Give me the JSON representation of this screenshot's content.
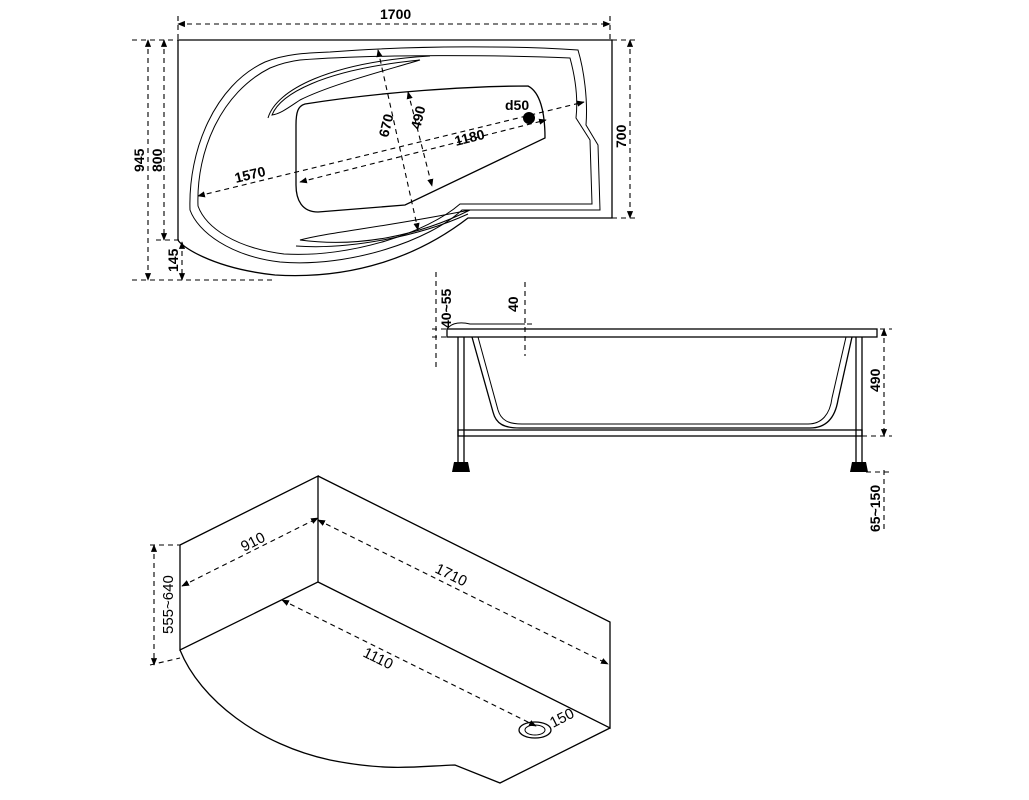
{
  "top_view": {
    "length": "1700",
    "width_total": "945",
    "width_body": "800",
    "offset": "145",
    "right_width": "700",
    "diagonal": "1570",
    "inner_depth": "670",
    "inner_width": "490",
    "inner_length": "1180",
    "drain": "d50"
  },
  "side_view": {
    "rim": "40~55",
    "lip": "40",
    "depth": "490",
    "legs": "65~150"
  },
  "iso_view": {
    "height": "555~640",
    "short_side": "910",
    "long_side": "1710",
    "front_curve": "1110",
    "drain": "150"
  }
}
